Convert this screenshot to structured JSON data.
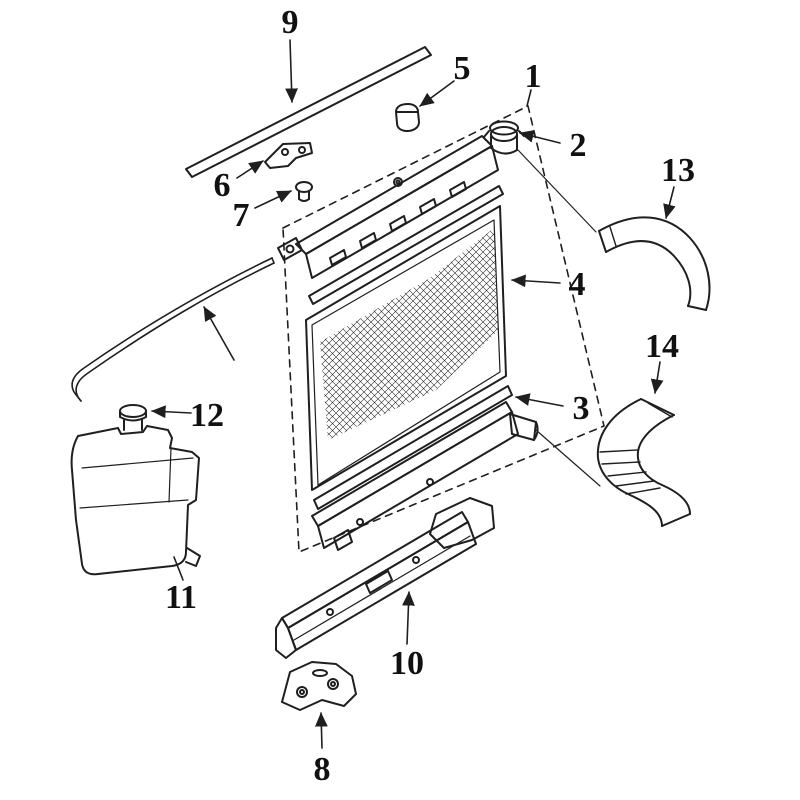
{
  "diagram": {
    "background_color": "#ffffff",
    "line_color": "#1f1f1f",
    "callouts": [
      {
        "label": "1"
      },
      {
        "label": "2"
      },
      {
        "label": "3"
      },
      {
        "label": "4"
      },
      {
        "label": "5"
      },
      {
        "label": "6"
      },
      {
        "label": "7"
      },
      {
        "label": "8"
      },
      {
        "label": "9"
      },
      {
        "label": "10"
      },
      {
        "label": "11"
      },
      {
        "label": "12"
      },
      {
        "label": "13"
      },
      {
        "label": "14"
      }
    ]
  }
}
